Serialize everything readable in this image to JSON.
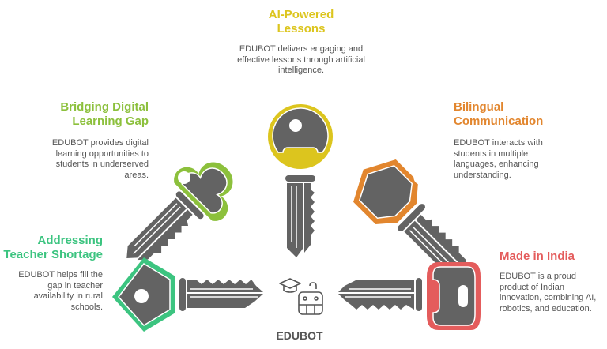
{
  "colors": {
    "ai": "#DCC51E",
    "digital": "#8CC03C",
    "teacher": "#3CC480",
    "bilingual": "#E2862E",
    "india": "#E45C5C",
    "key": "#636363",
    "text": "#555555"
  },
  "hub": {
    "label": "EDUBOT",
    "icons": [
      "graduation-cap-icon",
      "robot-icon"
    ]
  },
  "items": [
    {
      "id": "ai-powered",
      "title": "AI-Powered Lessons",
      "title_lines": [
        "AI-Powered",
        "Lessons"
      ],
      "description": "EDUBOT delivers engaging and effective lessons through artificial intelligence.",
      "color_key": "ai"
    },
    {
      "id": "bridging-digital",
      "title": "Bridging Digital Learning Gap",
      "title_lines": [
        "Bridging Digital",
        "Learning Gap"
      ],
      "description": "EDUBOT provides digital learning opportunities to students in underserved areas.",
      "color_key": "digital"
    },
    {
      "id": "teacher-shortage",
      "title": "Addressing Teacher Shortage",
      "title_lines": [
        "Addressing",
        "Teacher Shortage"
      ],
      "description": "EDUBOT helps fill the gap in teacher availability in rural schools.",
      "color_key": "teacher"
    },
    {
      "id": "bilingual",
      "title": "Bilingual Communication",
      "title_lines": [
        "Bilingual",
        "Communication"
      ],
      "description": "EDUBOT interacts with students in multiple languages, enhancing understanding.",
      "color_key": "bilingual"
    },
    {
      "id": "made-in-india",
      "title": "Made in India",
      "title_lines": [
        "Made in India"
      ],
      "description": "EDUBOT is a proud product of Indian innovation, combining AI, robotics, and education.",
      "color_key": "india"
    }
  ]
}
